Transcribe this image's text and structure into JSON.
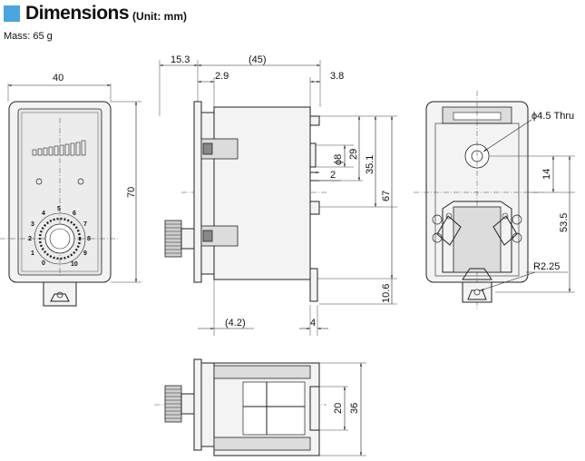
{
  "header": {
    "title": "Dimensions",
    "unit": "(Unit: mm)"
  },
  "mass": "Mass: 65 g",
  "front": {
    "width": "40",
    "height": "70",
    "scale_labels": [
      "0",
      "1",
      "2",
      "3",
      "4",
      "5",
      "6",
      "7",
      "8",
      "9",
      "10"
    ]
  },
  "side": {
    "d_15_3": "15.3",
    "d_45": "(45)",
    "d_2_9": "2.9",
    "d_3_8": "3.8",
    "d_phi8": "ϕ8",
    "d_29": "29",
    "d_35_1": "35.1",
    "d_2": "2",
    "d_67": "67",
    "d_10_6": "10.6",
    "d_4_2": "(4.2)",
    "d_4": "4"
  },
  "rear": {
    "hole": "ϕ4.5 Thru",
    "d_14": "14",
    "d_53_5": "53.5",
    "d_r2_25": "R2.25"
  },
  "bottom": {
    "d_20": "20",
    "d_36": "36"
  },
  "colors": {
    "accent": "#4aa6dc"
  }
}
